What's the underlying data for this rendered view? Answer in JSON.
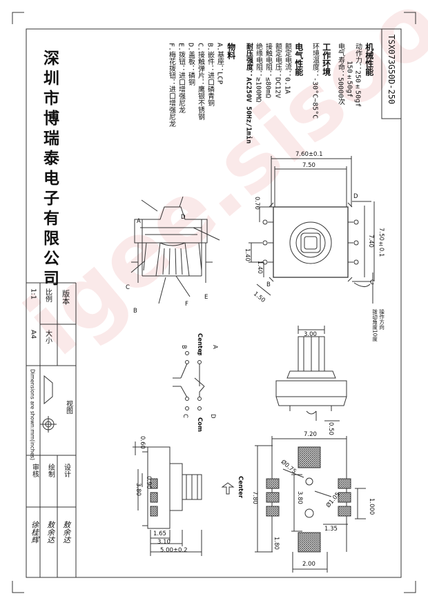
{
  "part_number": "TSX073G50D-250",
  "company_name": "深圳市博瑞泰电子有限公司",
  "specs": {
    "mechanical": {
      "title": "机械性能",
      "lines": [
        "动作力：250±50gf",
        "150±50gf",
        "电气寿命：50000次"
      ]
    },
    "environment": {
      "title": "工作环境",
      "lines": [
        "环境温度：-30°C~85°C"
      ]
    },
    "electrical": {
      "title": "电气性能",
      "lines": [
        "额定电流：0.1A",
        "额定电压：DC12V",
        "接触电阻：≤80mΩ",
        "绝缘电阻：≥100MΩ",
        "耐压强度：AC250V 50Hz/1min"
      ]
    },
    "materials": {
      "title": "物料",
      "lines": [
        "A.基座：LCP",
        "B.嵌件：进口磷青铜",
        "C.接触弹片：鹰银不锈钢",
        "D.盖板：磷铜",
        "E.拨钮：进口增强尼龙",
        "F.梅花拨钮：进口增强尼龙"
      ]
    }
  },
  "title_block": {
    "version_label": "版本",
    "scale_label": "比例",
    "scale_value": "1:1",
    "size_label": "大小",
    "size_value": "A4",
    "units_note": "Dimensions are shown:mm(inches)",
    "view_label": "视图",
    "design_label": "设计",
    "design_name": "敖余达",
    "draw_label": "绘制",
    "draw_name": "敖余达",
    "review_label": "审核",
    "review_name": "徐桂辉"
  },
  "top_view": {
    "dims": [
      "7.60±0.1",
      "7.50",
      "7.50±0.1",
      "7.40",
      "0.70",
      "1.40",
      "1.40",
      "1.50"
    ],
    "letters": [
      "D",
      "B",
      "C"
    ],
    "note_lines": [
      "操作方向",
      "拨动角度10度"
    ]
  },
  "section_view": {
    "letters": [
      "A",
      "D",
      "C",
      "E",
      "F",
      "B"
    ]
  },
  "schematic": {
    "labels": [
      "Center",
      "A",
      "B",
      "C",
      "D",
      "Com"
    ]
  },
  "front_view": {
    "dims": [
      "3.00",
      "0.50"
    ]
  },
  "pad_layout": {
    "dims": [
      "7.20",
      "Ø0.75",
      "Ø1.05",
      "3.80",
      "7.80",
      "1.000",
      "1.35",
      "1.80",
      "2.00"
    ],
    "center_label": "Center"
  },
  "side_view": {
    "dims": [
      "0.60",
      "0.90",
      "3.80",
      "1.65",
      "3.10",
      "5.00±0.2"
    ]
  },
  "watermark": "igee.sisoo.com"
}
